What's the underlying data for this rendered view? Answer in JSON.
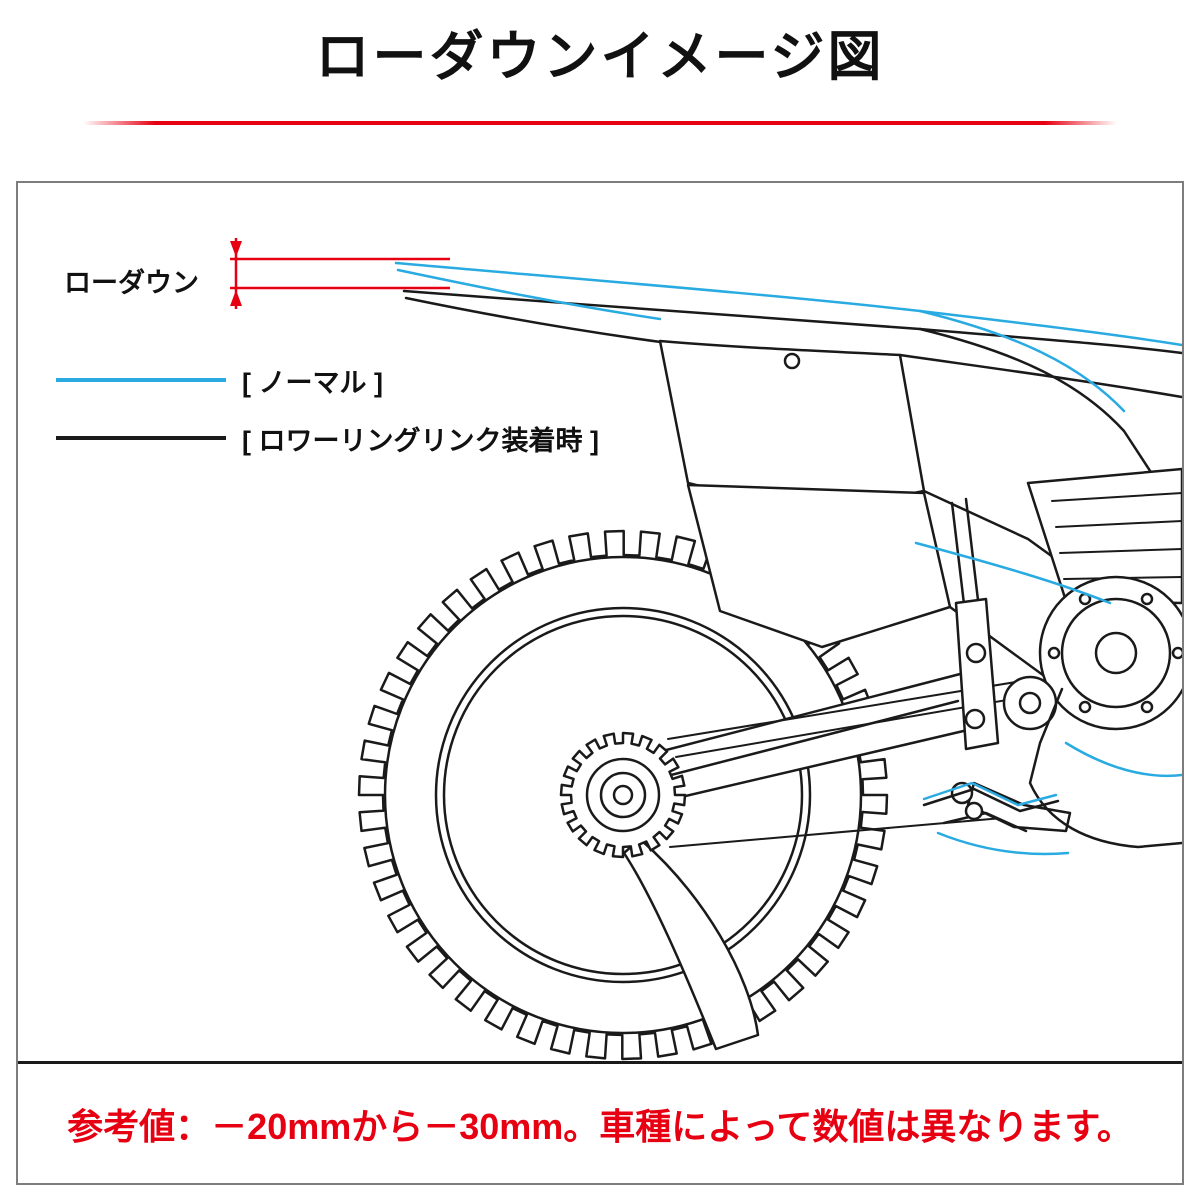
{
  "page": {
    "title": "ローダウンイメージ図"
  },
  "diagram": {
    "dimension_label": "ローダウン",
    "legend": [
      {
        "label": "[ ノーマル ]",
        "color": "#29abe2"
      },
      {
        "label": "[ ロワーリングリンク装着時 ]",
        "color": "#1a1a1a"
      }
    ],
    "note": "参考値：－20mmから－30mm。車種によって数値は異なります。",
    "colors": {
      "normal_line": "#29abe2",
      "lowered_line": "#1a1a1a",
      "dimension_marks": "#e60012",
      "note_text": "#e60012",
      "title_divider": "#e60012",
      "box_border": "#7d7d7d"
    }
  }
}
